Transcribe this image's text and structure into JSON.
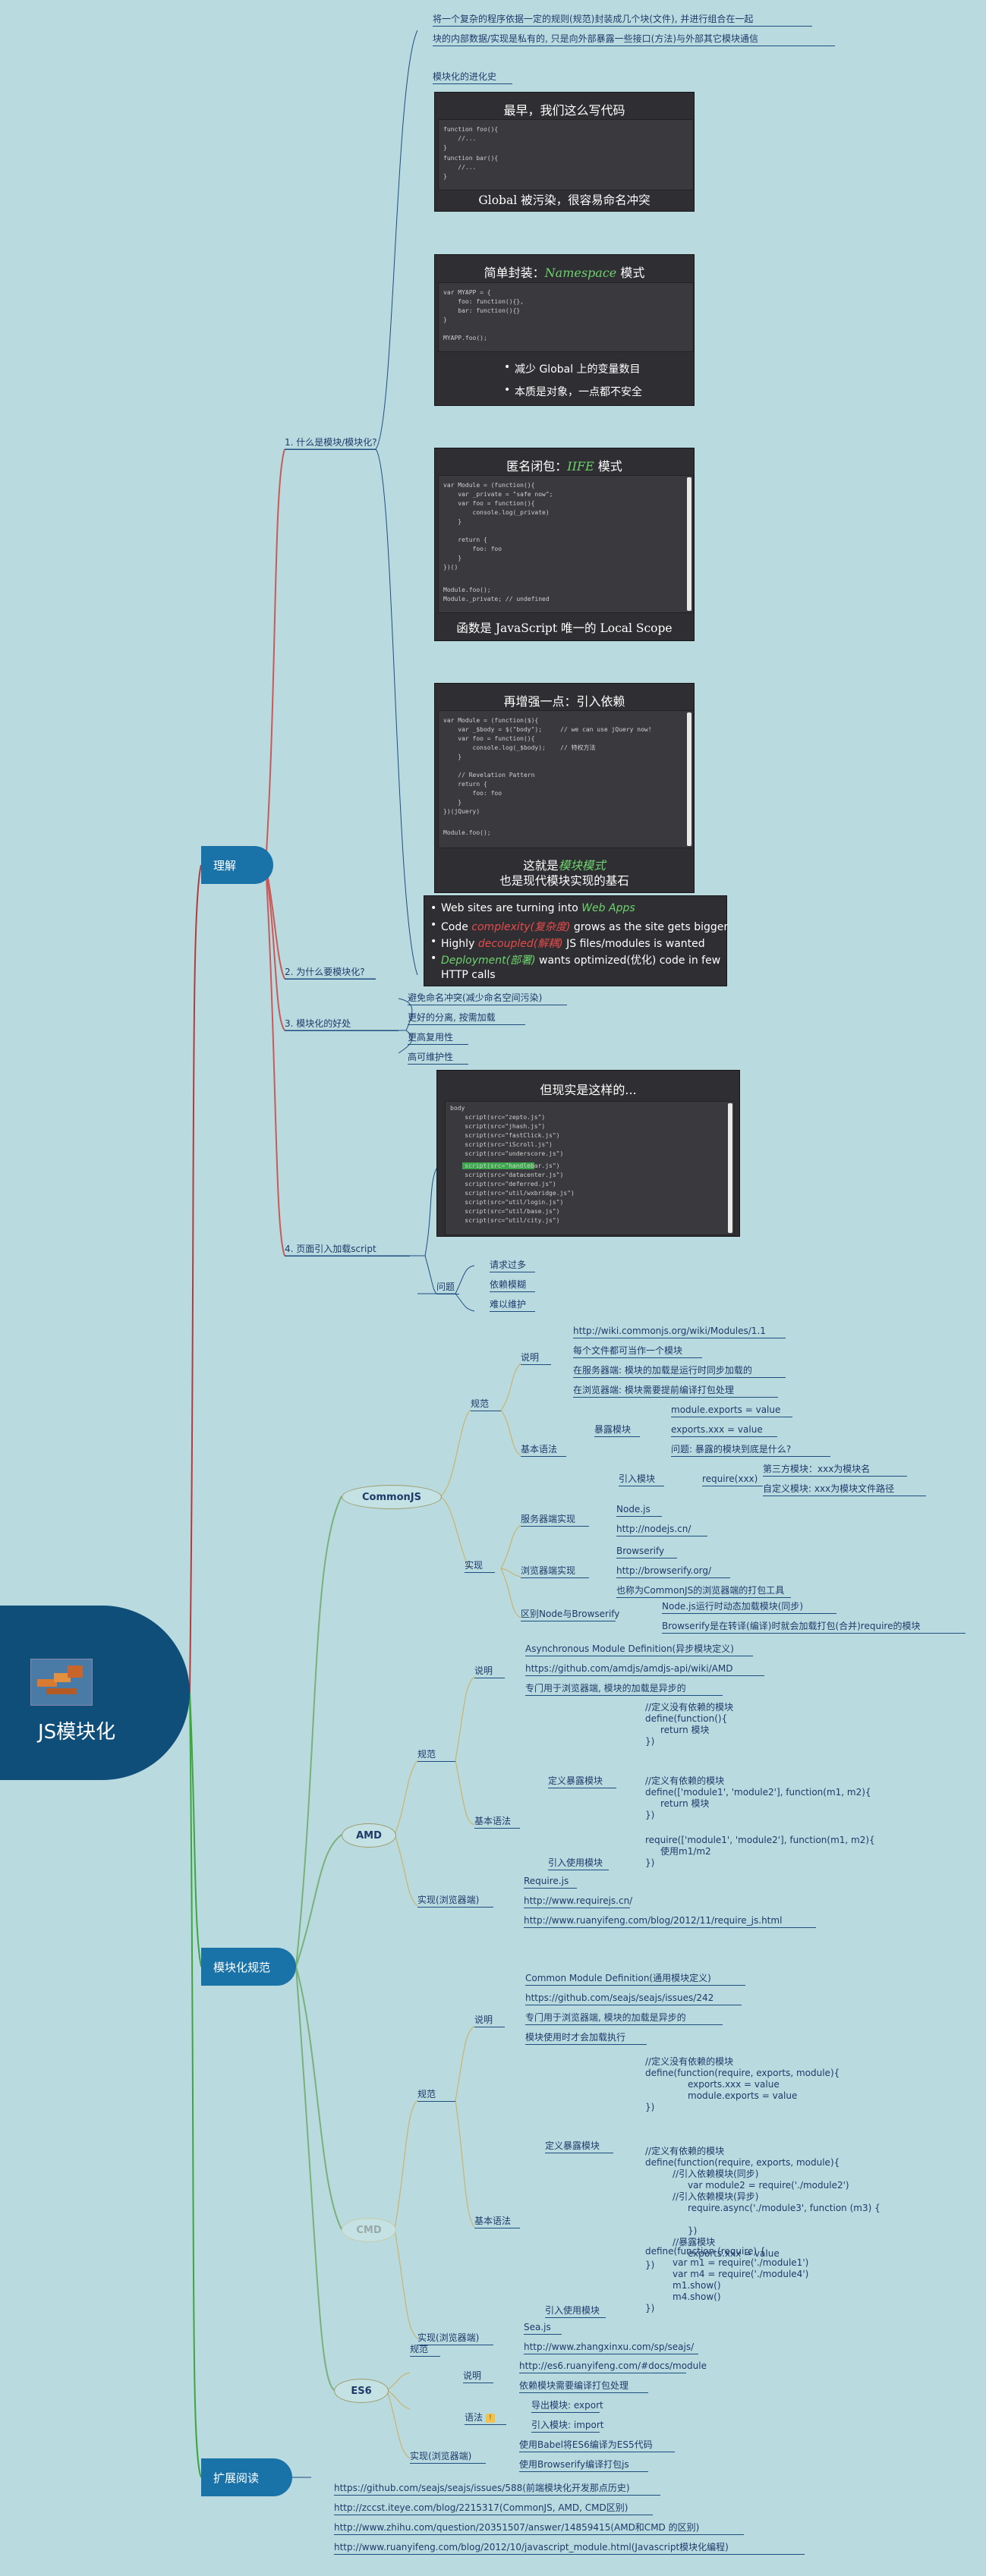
{
  "root": {
    "title": "JS模块化",
    "icon": "lego-blocks-icon"
  },
  "branches": {
    "understand": "理解",
    "spec": "模块化规范",
    "reading": "扩展阅读"
  },
  "intro": {
    "line1": "将一个复杂的程序依据一定的规则(规范)封装成几个块(文件), 并进行组合在一起",
    "line2": "块的内部数据/实现是私有的, 只是向外部暴露一些接口(方法)与外部其它模块通信",
    "history": "模块化的进化史"
  },
  "card1": {
    "title": "最早，我们这么写代码",
    "code": [
      "function foo(){",
      "    //...",
      "}",
      "function bar(){",
      "    //...",
      "}"
    ],
    "caption": "Global 被污染，很容易命名冲突"
  },
  "card2": {
    "title_prefix": "简单封装：",
    "title_em": "Namespace",
    "title_suffix": " 模式",
    "code": [
      "var MYAPP = {",
      "    foo: function(){},",
      "    bar: function(){}",
      "}",
      "",
      "MYAPP.foo();"
    ],
    "bullet1": "减少 Global 上的变量数目",
    "bullet2": "本质是对象，一点都不安全"
  },
  "card3": {
    "title_prefix": "匿名闭包：",
    "title_em": "IIFE",
    "title_suffix": " 模式",
    "code": [
      "var Module = (function(){",
      "    var _private = \"safe now\";",
      "    var foo = function(){",
      "        console.log(_private)",
      "    }",
      "",
      "    return {",
      "        foo: foo",
      "    }",
      "})()",
      "",
      "Module.foo();",
      "Module._private; // undefined"
    ],
    "caption": "函数是 JavaScript 唯一的 Local Scope"
  },
  "card4": {
    "title": "再增强一点：引入依赖",
    "code": [
      "var Module = (function($){",
      "    var _$body = $(\"body\");     // we can use jQuery now!",
      "    var foo = function(){",
      "        console.log(_$body);    // 特权方法",
      "    }",
      "",
      "    // Revelation Pattern",
      "    return {",
      "        foo: foo",
      "    }",
      "})(jQuery)",
      "",
      "Module.foo();"
    ],
    "caption1_prefix": "这就是",
    "caption1_em": "模块模式",
    "caption2": "也是现代模块实现的基石"
  },
  "card5": {
    "b1_prefix": "Web sites are turning into ",
    "b1_em": "Web Apps",
    "b2_prefix": "Code ",
    "b2_em": "complexity(复杂度)",
    "b2_suffix": " grows as the site gets bigger",
    "b3_prefix": "Highly ",
    "b3_em": "decoupled(解耦)",
    "b3_suffix": " JS files/modules is wanted",
    "b4_em": "Deployment(部署)",
    "b4_suffix": " wants optimized(优化) code in few",
    "b4_line2": "HTTP calls"
  },
  "card6": {
    "title": "但现实是这样的...",
    "code": [
      "body",
      "    script(src=\"zepto.js\")",
      "    script(src=\"jhash.js\")",
      "    script(src=\"fastClick.js\")",
      "    script(src=\"iScroll.js\")",
      "    script(src=\"underscore.js\")",
      "    script(src=\"handlebar.js\")",
      "    script(src=\"datacenter.js\")",
      "    script(src=\"deferred.js\")",
      "    script(src=\"util/wxbridge.js\")",
      "    script(src=\"util/login.js\")",
      "    script(src=\"util/base.js\")",
      "    script(src=\"util/city.js\")"
    ]
  },
  "understand": {
    "q1": "1. 什么是模块/模块化?",
    "q2": "2. 为什么要模块化?",
    "q3": "3. 模块化的好处",
    "q4": "4. 页面引入加载script",
    "benefits": [
      "避免命名冲突(减少命名空间污染)",
      "更好的分离, 按需加载",
      "更高复用性",
      "高可维护性"
    ],
    "problem_label": "问题",
    "problems": [
      "请求过多",
      "依赖模糊",
      "难以维护"
    ]
  },
  "commonjs": {
    "name": "CommonJS",
    "spec": "规范",
    "desc": "说明",
    "desc_items": [
      "http://wiki.commonjs.org/wiki/Modules/1.1",
      "每个文件都可当作一个模块",
      "在服务器端: 模块的加载是运行时同步加载的",
      "在浏览器端: 模块需要提前编译打包处理"
    ],
    "syntax": "基本语法",
    "expose": "暴露模块",
    "expose_items": [
      "module.exports = value",
      "exports.xxx = value",
      "问题: 暴露的模块到底是什么?"
    ],
    "import": "引入模块",
    "require": "require(xxx)",
    "require_items": [
      "第三方模块：xxx为模块名",
      "自定义模块: xxx为模块文件路径"
    ],
    "impl": "实现",
    "server": "服务器端实现",
    "server_items": [
      "Node.js",
      "http://nodejs.cn/"
    ],
    "browser": "浏览器端实现",
    "browser_items": [
      "Browserify",
      "http://browserify.org/",
      "也称为CommonJS的浏览器端的打包工具"
    ],
    "diff": "区别Node与Browserify",
    "diff_items": [
      "Node.js运行时动态加载模块(同步)",
      "Browserify是在转译(编译)时就会加载打包(合并)require的模块"
    ]
  },
  "amd": {
    "name": "AMD",
    "spec": "规范",
    "desc": "说明",
    "desc_items": [
      "Asynchronous Module Definition(异步模块定义)",
      "https://github.com/amdjs/amdjs-api/wiki/AMD",
      "专门用于浏览器端, 模块的加载是异步的"
    ],
    "syntax": "基本语法",
    "define": "定义暴露模块",
    "define_code1": [
      "//定义没有依赖的模块",
      "define(function(){",
      "    return 模块",
      "})"
    ],
    "define_code2": [
      "//定义有依赖的模块",
      "define(['module1', 'module2'], function(m1, m2){",
      "    return 模块",
      "})"
    ],
    "use": "引入使用模块",
    "use_code": [
      "require(['module1', 'module2'], function(m1, m2){",
      "    使用m1/m2",
      "})"
    ],
    "impl": "实现(浏览器端)",
    "impl_items": [
      "Require.js",
      "http://www.requirejs.cn/",
      "http://www.ruanyifeng.com/blog/2012/11/require_js.html"
    ]
  },
  "cmd": {
    "name": "CMD",
    "spec": "规范",
    "desc": "说明",
    "desc_items": [
      "Common Module Definition(通用模块定义)",
      "https://github.com/seajs/seajs/issues/242",
      "专门用于浏览器端, 模块的加载是异步的",
      "模块使用时才会加载执行"
    ],
    "syntax": "基本语法",
    "define": "定义暴露模块",
    "define_code1": [
      "//定义没有依赖的模块",
      "define(function(require, exports, module){",
      "    exports.xxx = value",
      "    module.exports = value",
      "})"
    ],
    "define_code2": [
      "//定义有依赖的模块",
      "define(function(require, exports, module){",
      "    //引入依赖模块(同步)",
      "    var module2 = require('./module2')",
      "    //引入依赖模块(异步)",
      "    require.async('./module3', function (m3) {",
      "",
      "    })",
      "    //暴露模块",
      "    exports.xxx = value",
      "})"
    ],
    "use": "引入使用模块",
    "use_code": [
      "define(function (require) {",
      "    var m1 = require('./module1')",
      "    var m4 = require('./module4')",
      "    m1.show()",
      "    m4.show()",
      "})"
    ],
    "impl": "实现(浏览器端)",
    "impl_items": [
      "Sea.js",
      "http://www.zhangxinxu.com/sp/seajs/"
    ]
  },
  "es6": {
    "name": "ES6",
    "spec": "规范",
    "desc": "说明",
    "desc_items": [
      "http://es6.ruanyifeng.com/#docs/module",
      "依赖模块需要编译打包处理"
    ],
    "syntax": "语法",
    "syntax_items": [
      "导出模块: export",
      "引入模块: import"
    ],
    "impl": "实现(浏览器端)",
    "impl_items": [
      "使用Babel将ES6编译为ES5代码",
      "使用Browserify编译打包js"
    ]
  },
  "reading": [
    "https://github.com/seajs/seajs/issues/588(前端模块化开发那点历史)",
    "http://zccst.iteye.com/blog/2215317(CommonJS, AMD, CMD区别)",
    "http://www.zhihu.com/question/20351507/answer/14859415(AMD和CMD 的区别)",
    "http://www.ruanyifeng.com/blog/2012/10/javascript_module.html(Javascript模块化编程)"
  ],
  "colors": {
    "background": "#b9dbe0",
    "branch": "#1a73a8",
    "root": "#0f4e78",
    "link_red": "#b23c3c",
    "link_green": "#3fa53f",
    "card": "#2f2f33"
  }
}
